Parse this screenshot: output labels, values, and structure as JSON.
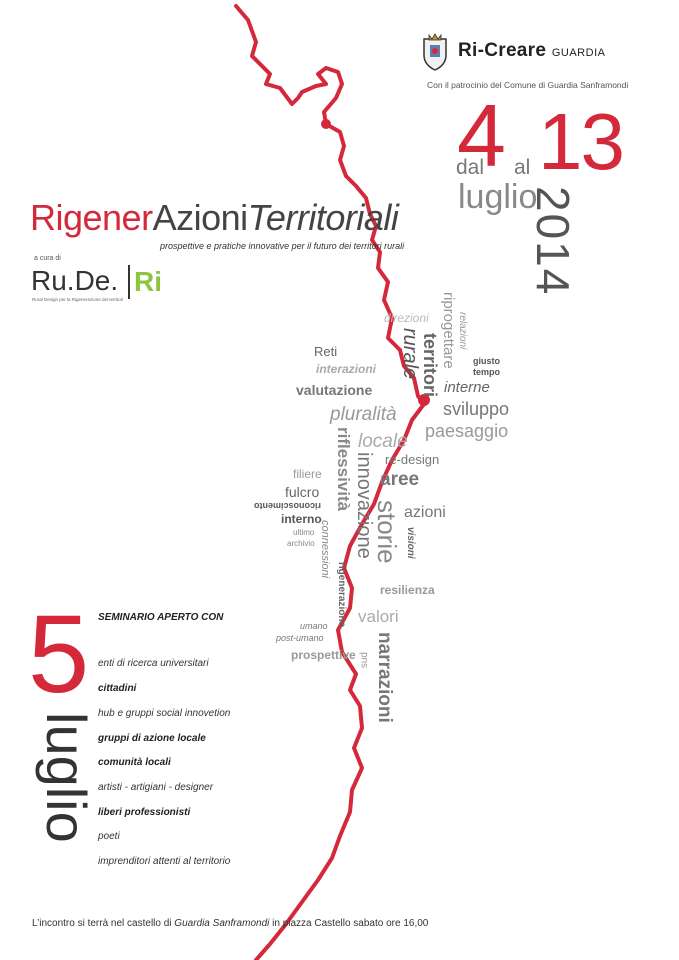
{
  "header": {
    "brand": "Ri-Creare",
    "brand_small": "GUARDIA",
    "patronage": "Con il patrocinio del Comune di Guardia Sanframondi"
  },
  "dates": {
    "day_start": "4",
    "day_end": "13",
    "dal": "dal",
    "al": "al",
    "month": "luglio",
    "year": "2014"
  },
  "title": {
    "part1": "Rigener",
    "part2": "Azioni",
    "part3": "Territoriali",
    "subtitle": "prospettive e pratiche innovative per il futuro dei territori rurali"
  },
  "curator": {
    "label": "a cura di",
    "logo_text": "Ru.De.",
    "logo_ri": "Ri",
    "logo_sub": "Rural Design per la Rigenerazione dei territori"
  },
  "word_cloud": {
    "riprogettare": "riprogettare",
    "direzioni": "direzioni",
    "relazioni": "relazioni",
    "reti": "Reti",
    "rurale": "rurale",
    "territori": "territori",
    "giusto": "giusto",
    "tempo": "tempo",
    "interazioni": "interazioni",
    "interne": "interne",
    "valutazione": "valutazione",
    "sviluppo": "sviluppo",
    "pluralita": "pluralità",
    "paesaggio": "paesaggio",
    "riflessivita": "riflessività",
    "locale": "locale",
    "innovazione": "innovazione",
    "re_design": "re-design",
    "filiere": "filiere",
    "aree": "aree",
    "fulcro": "fulcro",
    "riconoscimento": "riconoscimento",
    "azioni": "azioni",
    "interno": "interno",
    "ultimo": "ultimo",
    "archivio": "archivio",
    "connessioni": "connessioni",
    "storie": "storie",
    "visioni": "visioni",
    "resilienza": "resilienza",
    "rigenerazione": "rigenerazione",
    "valori": "valori",
    "umano": "umano",
    "post_umano": "post-umano",
    "prospettive": "prospettive",
    "narrazioni": "narrazioni",
    "sud": "sud"
  },
  "seminar": {
    "day": "5",
    "month": "luglio",
    "heading": "SEMINARIO APERTO CON",
    "participants": [
      {
        "label": "enti di ricerca universitari",
        "bold": false
      },
      {
        "label": "cittadini",
        "bold": true
      },
      {
        "label": "hub e gruppi social innovetion",
        "bold": false
      },
      {
        "label": "gruppi di azione locale",
        "bold": true
      },
      {
        "label": "comunità locali",
        "bold": true
      },
      {
        "label": "artisti - artigiani - designer",
        "bold": false
      },
      {
        "label": "liberi professionisti",
        "bold": true
      },
      {
        "label": "poeti",
        "bold": false
      },
      {
        "label": "imprenditori attenti al territorio",
        "bold": false
      }
    ]
  },
  "footer": {
    "before": "L’incontro si terrà nel castello di ",
    "place": "Guardia Sanframondi",
    "after": " in piazza Castello sabato ore 16,00"
  },
  "colors": {
    "accent": "#d4283b",
    "dark": "#333333",
    "logo_green": "#8cc63f"
  }
}
